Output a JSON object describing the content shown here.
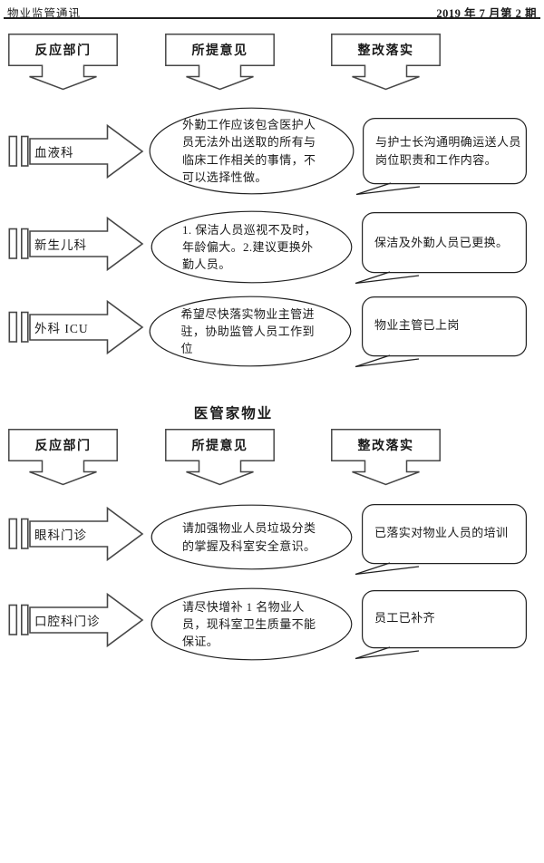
{
  "header": {
    "left": "物业监管通讯",
    "right": "2019 年 7 月第 2 期"
  },
  "columns": [
    "反应部门",
    "所提意见",
    "整改落实"
  ],
  "sections": [
    {
      "rows": [
        {
          "dept": "血液科",
          "opinion": "外勤工作应该包含医护人员无法外出送取的所有与临床工作相关的事情，不可以选择性做。",
          "action": "与护士长沟通明确运送人员岗位职责和工作内容。"
        },
        {
          "dept": "新生儿科",
          "opinion": "1. 保洁人员巡视不及时，年龄偏大。2.建议更换外勤人员。",
          "action": "保洁及外勤人员已更换。"
        },
        {
          "dept": "外科 ICU",
          "opinion": "希望尽快落实物业主管进驻，协助监管人员工作到位",
          "action": "物业主管已上岗"
        }
      ]
    },
    {
      "title": "医管家物业",
      "rows": [
        {
          "dept": "眼科门诊",
          "opinion": "请加强物业人员垃圾分类的掌握及科室安全意识。",
          "action": "已落实对物业人员的培训"
        },
        {
          "dept": "口腔科门诊",
          "opinion": "请尽快增补 1 名物业人员，现科室卫生质量不能保证。",
          "action": "员工已补齐"
        }
      ]
    }
  ]
}
